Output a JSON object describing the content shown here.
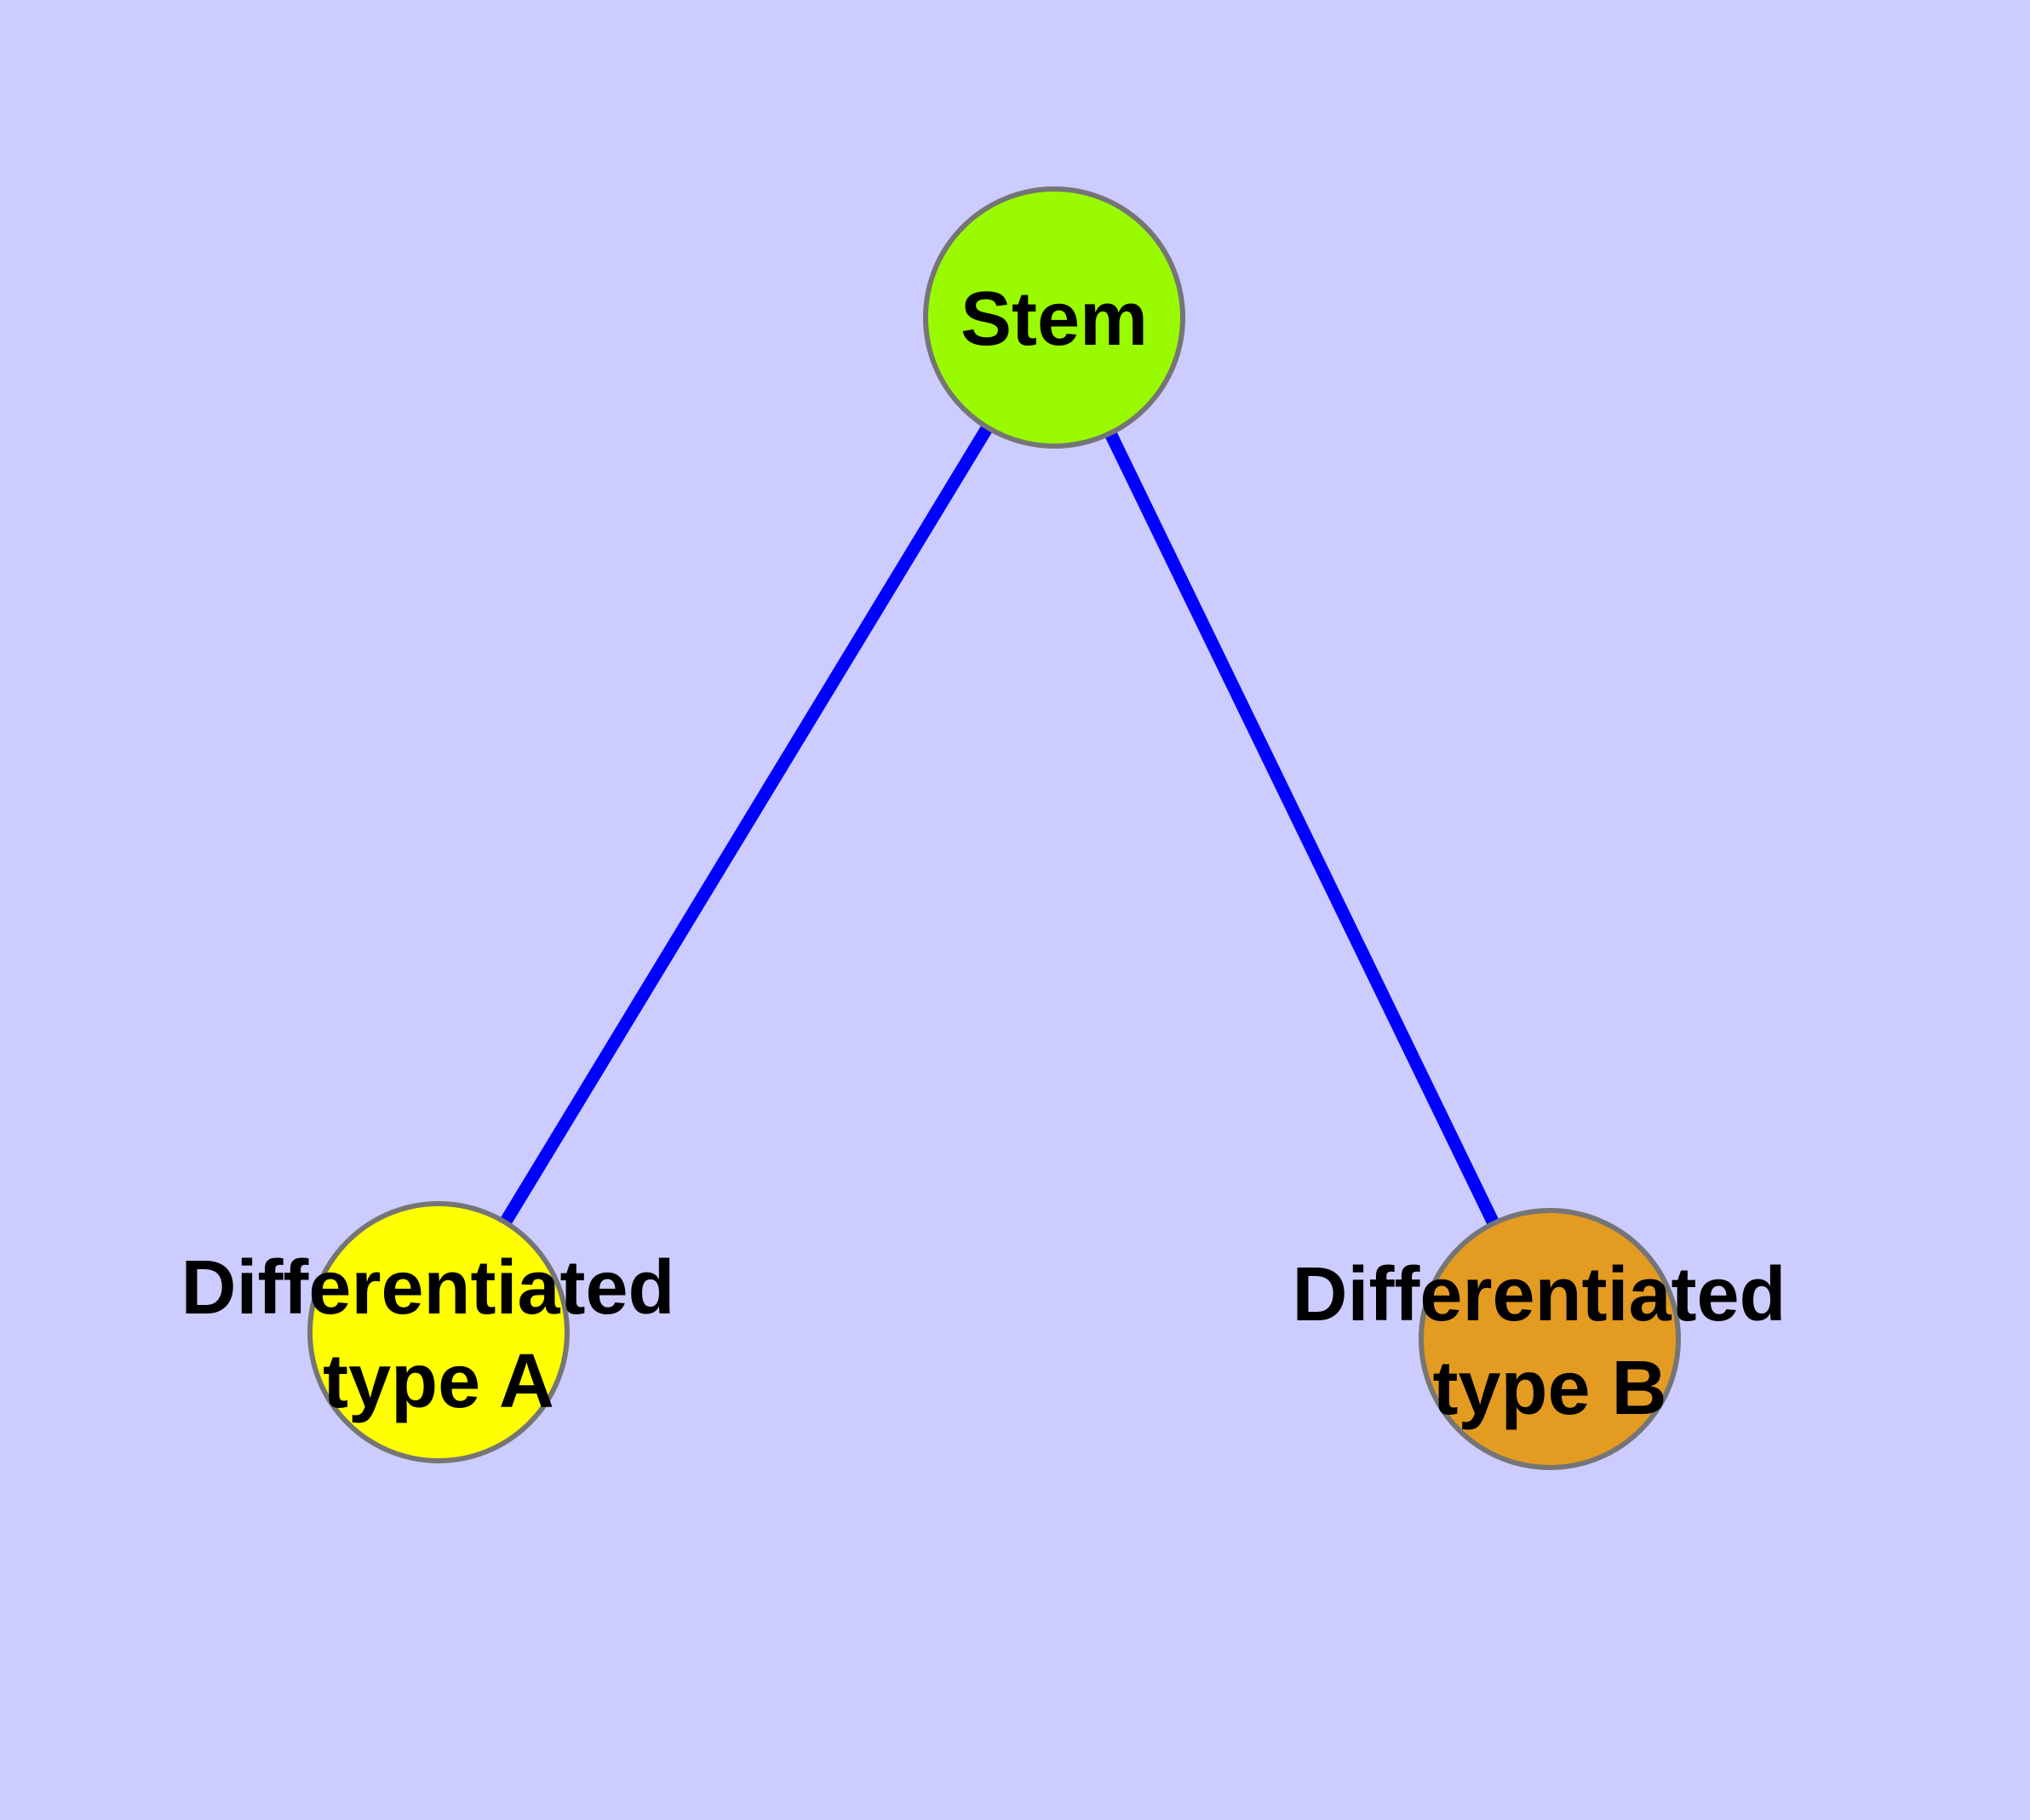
{
  "graph": {
    "colors": {
      "background": "#CCCCFF",
      "edge": "#0000FF",
      "node_border": "#757575",
      "label_text": "#000000",
      "stem_fill": "#9AFB00",
      "type_a_fill": "#FFFF00",
      "type_b_fill": "#E49B22"
    },
    "nodes": {
      "stem": {
        "label": "Stem"
      },
      "type_a": {
        "label_line1": "Differentiated",
        "label_line2": "type A"
      },
      "type_b": {
        "label_line1": "Differentiated",
        "label_line2": "type B"
      }
    },
    "edges": [
      {
        "from": "Stem",
        "to": "Differentiated type A"
      },
      {
        "from": "Stem",
        "to": "Differentiated type B"
      }
    ]
  }
}
